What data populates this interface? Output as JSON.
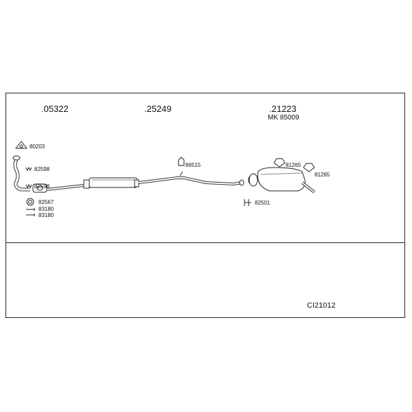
{
  "sections": [
    {
      "id": "s1",
      "part_no": ".05322"
    },
    {
      "id": "s2",
      "part_no": ".25249"
    },
    {
      "id": "s3",
      "part_no": ".21223",
      "kit_no": "MK  85009"
    }
  ],
  "callouts": {
    "gasket": "80203",
    "spring_1": "82598",
    "spring_2": "82598",
    "ring": "82567",
    "bolt_1": "83180",
    "bolt_2": "83180",
    "rubber_mount": "86515",
    "mount_1": "81265",
    "mount_2": "81265",
    "clamp": "82501"
  },
  "kit_code": "CI21012"
}
